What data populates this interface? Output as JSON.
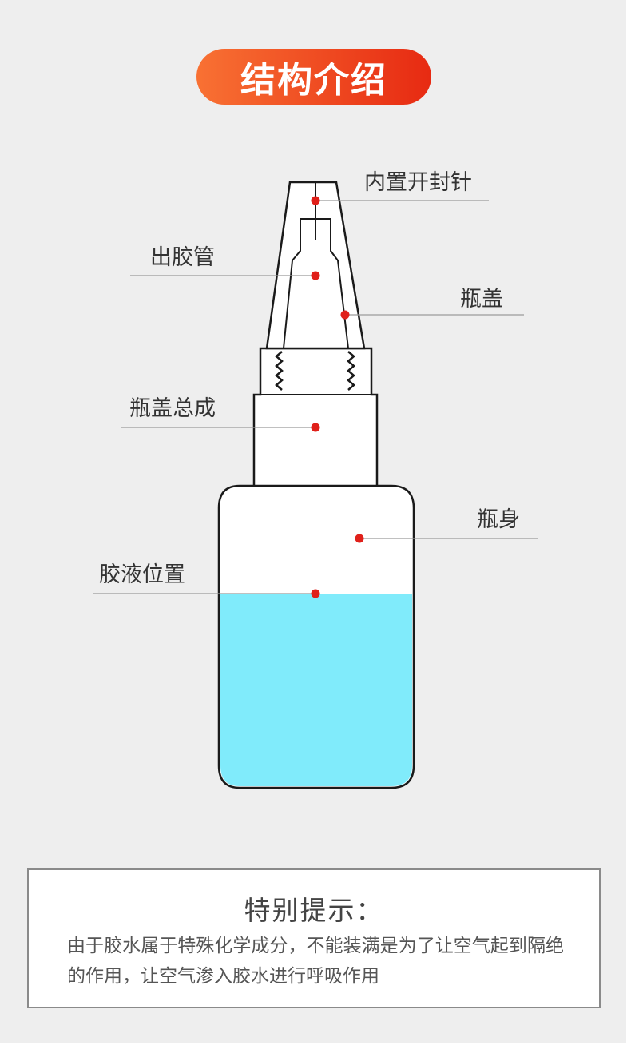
{
  "header": {
    "title": "结构介绍"
  },
  "parts": {
    "needle": "内置开封针",
    "outlet": "出胶管",
    "cap": "瓶盖",
    "cap_assembly": "瓶盖总成",
    "body": "瓶身",
    "glue_level": "胶液位置"
  },
  "note": {
    "title": "特别提示：",
    "text": "由于胶水属于特殊化学成分，不能装满是为了让空气起到隔绝的作用，让空气渗入胶水进行呼吸作用"
  },
  "colors": {
    "accent_start": "#f87133",
    "accent_end": "#e72a12",
    "marker": "#e0201a",
    "liquid": "#80ebfb",
    "outline": "#1a1a1a"
  }
}
